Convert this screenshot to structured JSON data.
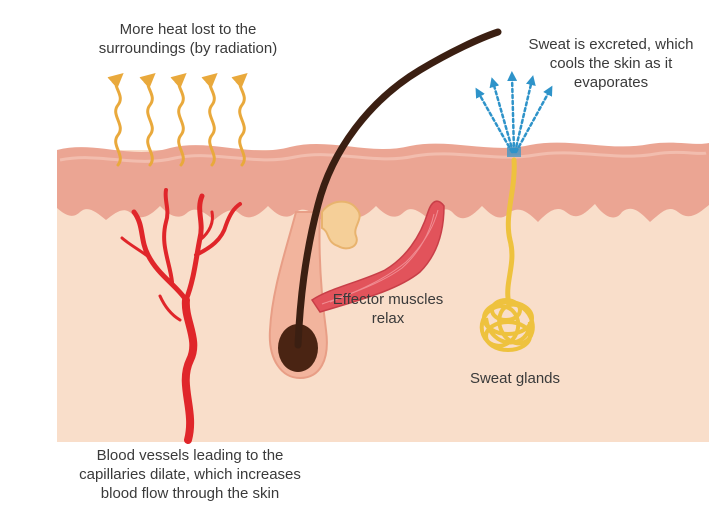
{
  "labels": {
    "heat_lost": {
      "line1": "More heat lost to the",
      "line2": "surroundings (by radiation)"
    },
    "sweat_excreted": {
      "line1": "Sweat is excreted, which",
      "line2": "cools the skin as it",
      "line3": "evaporates"
    },
    "effector_muscles": {
      "line1": "Effector muscles",
      "line2": "relax"
    },
    "sweat_glands": {
      "line1": "Sweat glands"
    },
    "blood_vessels": {
      "line1": "Blood vessels leading to the",
      "line2": "capillaries dilate, which increases",
      "line3": "blood flow through the skin"
    }
  },
  "colors": {
    "epidermis": "#EBA593",
    "dermis": "#F9DECA",
    "blood_vessel": "#E0262A",
    "hair": "#3B1F12",
    "follicle": "#F2B49D",
    "sebaceous_gland": "#F5CF98",
    "muscle": "#E2535B",
    "sweat_gland": "#EEC23E",
    "sweat_droplets": "#2E93C9",
    "heat_arrows": "#E9A93C",
    "text": "#3A3A3A"
  }
}
